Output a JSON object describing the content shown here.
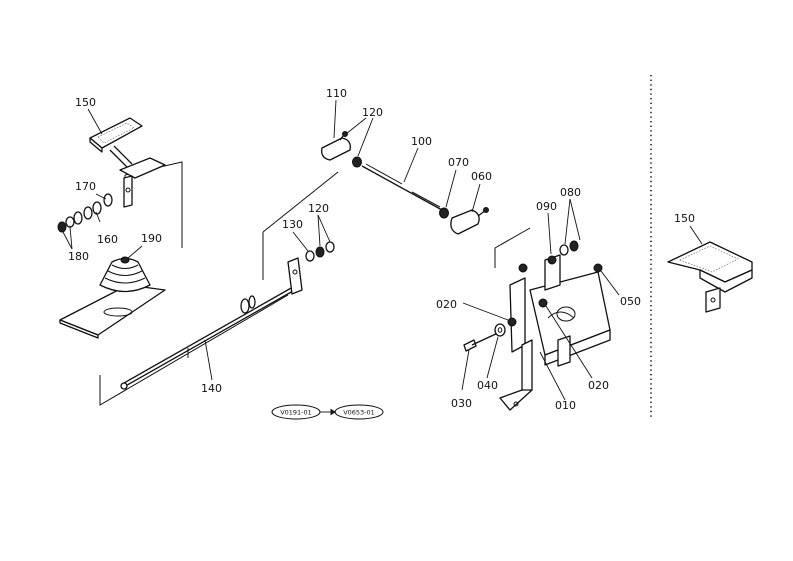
{
  "diagram": {
    "part_labels": {
      "p010": "010",
      "p020a": "020",
      "p020b": "020",
      "p030": "030",
      "p040": "040",
      "p050": "050",
      "p060": "060",
      "p070": "070",
      "p080": "080",
      "p090": "090",
      "p100": "100",
      "p110": "110",
      "p120a": "120",
      "p120b": "120",
      "p130": "130",
      "p140": "140",
      "p150a": "150",
      "p150b": "150",
      "p160": "160",
      "p170": "170",
      "p180": "180",
      "p190": "190"
    },
    "serial_range": {
      "from": "V0191-01",
      "to": "V0653-01"
    }
  }
}
